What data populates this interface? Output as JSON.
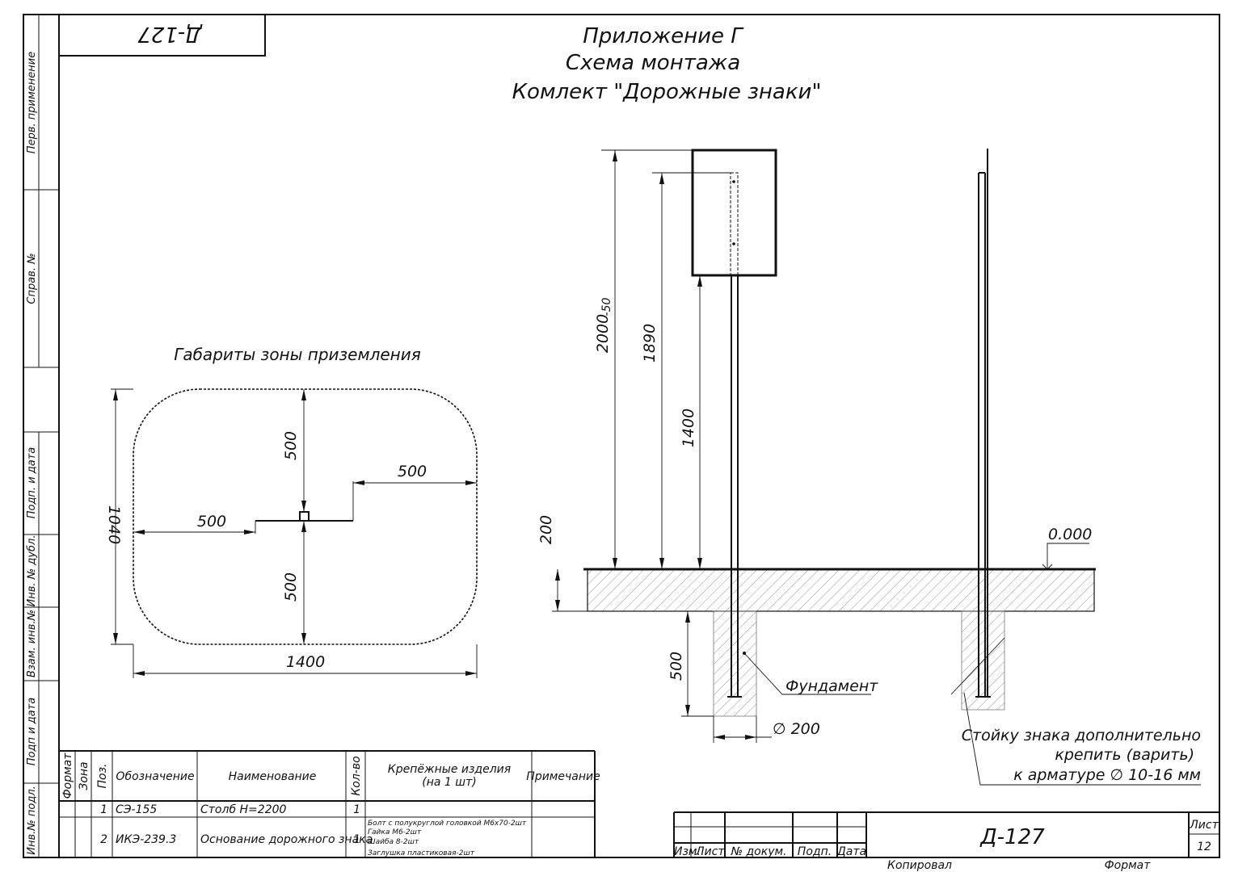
{
  "drawing_code_stamp": "Д-127",
  "title": {
    "line1": "Приложение Г",
    "line2": "Схема монтажа",
    "line3": "Комлект \"Дорожные знаки\""
  },
  "side_strip": {
    "perv_primenenie": "Перв. применение",
    "sprav_no": "Справ. №",
    "podp_data_1": "Подп. и дата",
    "inv_dubl": "Инв. № дубл.",
    "vzam_inv": "Взам. инв.№",
    "podp_data_2": "Подп и дата",
    "inv_podl": "Инв.№ подл."
  },
  "grounding": {
    "caption": "Габариты зоны приземления",
    "dim_height": "1040",
    "dim_width": "1400",
    "dim_up": "500",
    "dim_down": "500",
    "dim_left": "500",
    "dim_right": "500"
  },
  "elevation": {
    "dim_total": "2000",
    "dim_total_tol": "-50",
    "dim_1890": "1890",
    "dim_1400": "1400",
    "dim_200": "200",
    "dim_500": "500",
    "level_mark": "0.000",
    "foundation_label": "Фундамент",
    "diameter_label": "∅ 200",
    "note_line1": "Стойку знака дополнительно",
    "note_line2": "крепить (варить)",
    "note_line3": "к арматуре ∅ 10-16 мм"
  },
  "spec_table": {
    "headers": {
      "format": "Формат",
      "zone": "Зона",
      "pos": "Поз.",
      "designation": "Обозначение",
      "name": "Наименование",
      "qty": "Кол-во",
      "fasteners_1": "Крепёжные изделия",
      "fasteners_2": "(на 1 шт)",
      "note": "Примечание"
    },
    "rows": [
      {
        "pos": "1",
        "designation": "СЭ-155",
        "name": "Столб Н=2200",
        "qty": "1",
        "fasteners": []
      },
      {
        "pos": "2",
        "designation": "ИКЭ-239.3",
        "name": "Основание дорожного знака",
        "qty": "1",
        "fasteners": [
          "Болт с полукруглой головкой М6х70-2шт",
          "Гайка М6-2шт",
          "Шайба 8-2шт",
          "Заглушка пластиковая-2шт"
        ]
      }
    ]
  },
  "title_block": {
    "izm": "Изм.",
    "list": "Лист",
    "doc_no": "№ докум.",
    "podp": "Подп.",
    "data": "Дата",
    "code": "Д-127",
    "sheet_label": "Лист",
    "sheet_no": "12",
    "kopiroval": "Копировал",
    "format": "Формат"
  }
}
